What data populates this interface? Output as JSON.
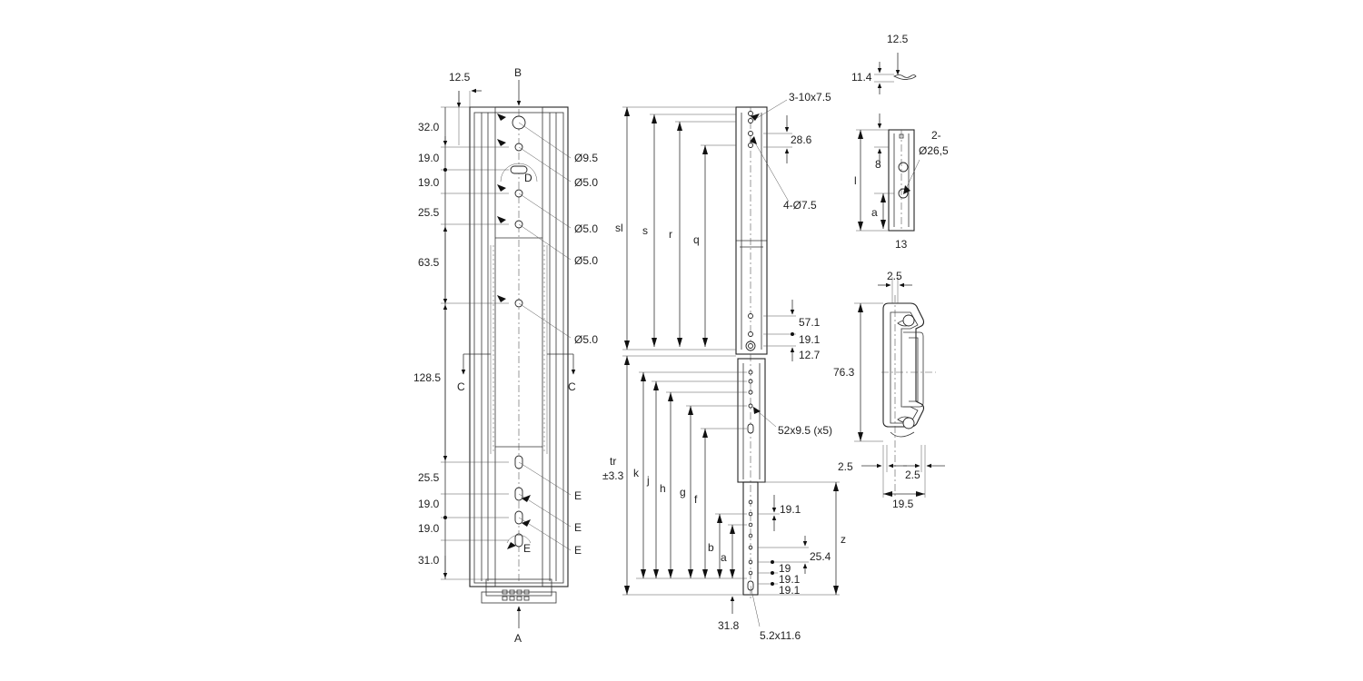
{
  "view_left": {
    "markers": {
      "top": "B",
      "bottom": "A",
      "section_left": "C",
      "section_right": "C",
      "detail_d": "D",
      "detail_e": "E"
    },
    "dims_left": [
      "12.5",
      "32.0",
      "19.0",
      "19.0",
      "25.5",
      "63.5",
      "128.5",
      "25.5",
      "19.0",
      "19.0",
      "31.0"
    ],
    "hole_labels": [
      "Ø9.5",
      "Ø5.0",
      "Ø5.0",
      "Ø5.0",
      "Ø5.0"
    ],
    "slot_labels": [
      "E",
      "E",
      "E"
    ]
  },
  "view_middle": {
    "top_labels": [
      "3-10x7.5",
      "28.6",
      "4-Ø7.5"
    ],
    "upper_dims": [
      "sl",
      "s",
      "r",
      "q"
    ],
    "mid_dims": [
      "57.1",
      "19.1",
      "12.7"
    ],
    "slot_label": "52x9.5 (x5)",
    "tr_label": [
      "tr",
      "±3.3"
    ],
    "lower_dims": [
      "k",
      "j",
      "h",
      "g",
      "f",
      "b",
      "a"
    ],
    "right_dims": [
      "19.1",
      "25.4",
      "19",
      "19.1",
      "19.1",
      "z"
    ],
    "bottom_labels": [
      "31.8",
      "5.2x11.6"
    ]
  },
  "view_bracket": {
    "dims": [
      "12.5",
      "11.4",
      "8",
      "l",
      "a",
      "13"
    ],
    "hole_label": [
      "2-",
      "Ø26,5"
    ]
  },
  "view_section": {
    "dims": [
      "2.5",
      "76.3",
      "2.5",
      "2.5",
      "19.5"
    ]
  }
}
